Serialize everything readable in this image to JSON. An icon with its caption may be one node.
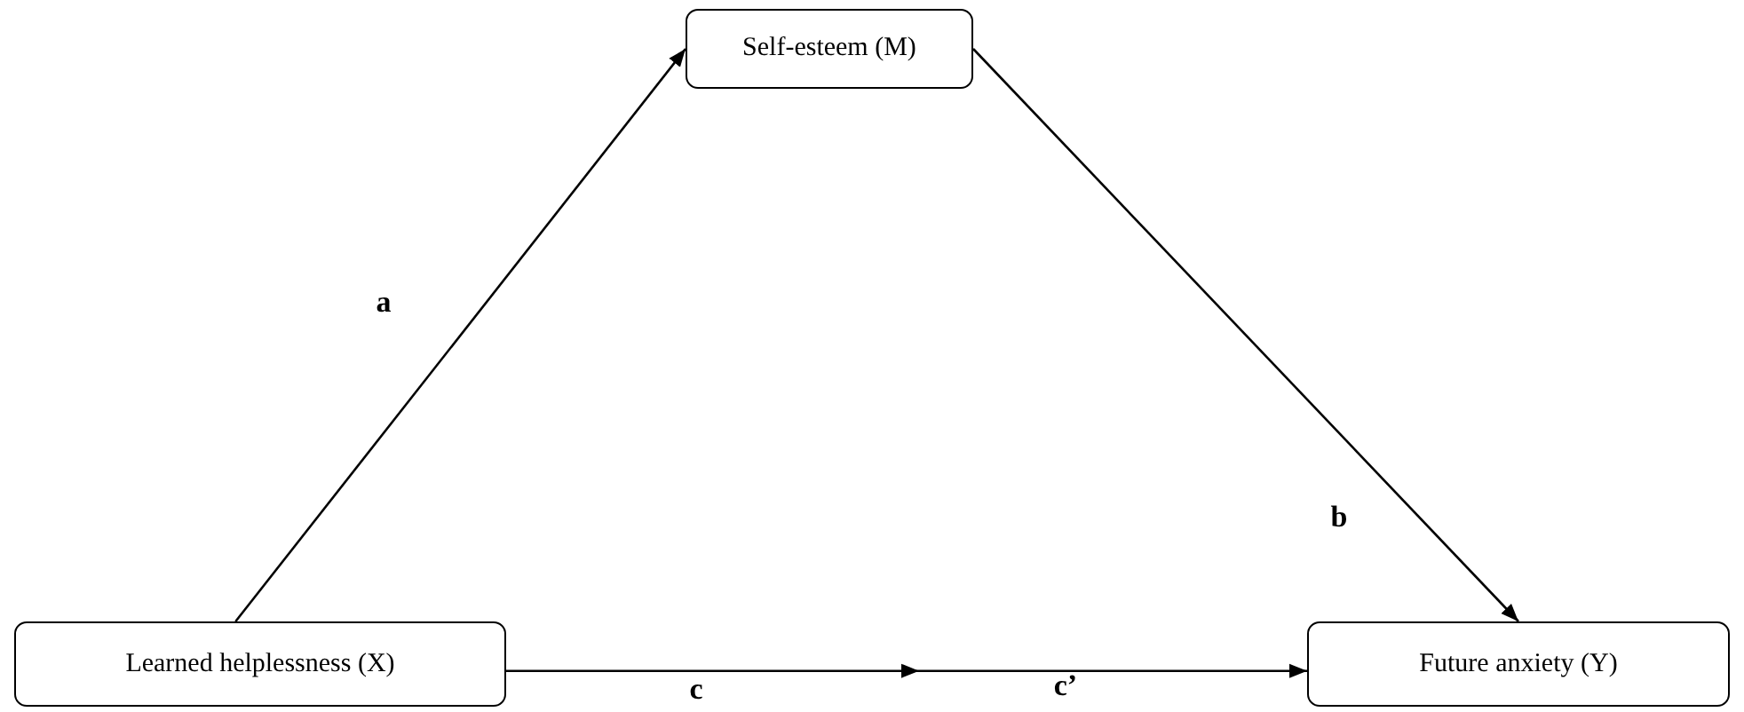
{
  "diagram": {
    "nodes": [
      {
        "text": [
          "Self-esteem (M)"
        ]
      },
      {
        "text": [
          "Learned helplessness (X)"
        ]
      },
      {
        "text": [
          "Future anxiety (Y)"
        ]
      }
    ],
    "edges": [
      {
        "from": 1,
        "to": 0,
        "arrow": "to",
        "label": "a"
      },
      {
        "from": 0,
        "to": 2,
        "arrow": "to",
        "label": "b"
      },
      {
        "from": 1,
        "to": 2,
        "arrow": "to",
        "label": "c"
      }
    ],
    "labels": [
      "c’"
    ]
  }
}
